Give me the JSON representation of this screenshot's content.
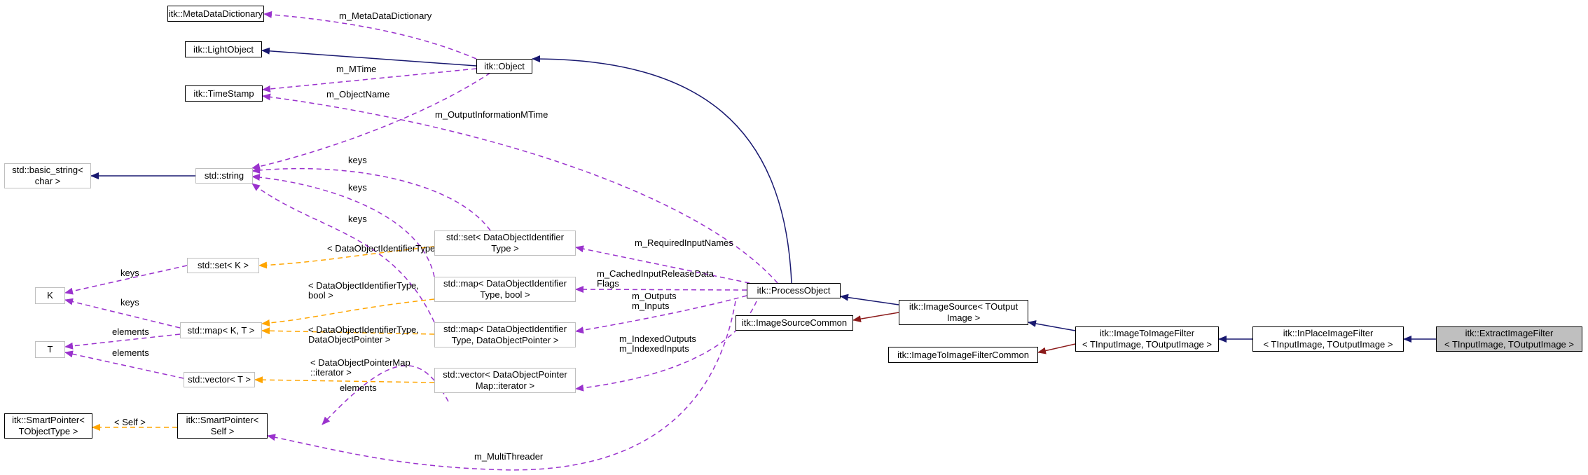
{
  "colors": {
    "inheritance": "#191970",
    "private_inheritance": "#8b1a1a",
    "usage": "#9a32cd",
    "template": "#ffa500",
    "current_fill": "#bfbfbf"
  },
  "nodes": {
    "metadatadictionary": "itk::MetaDataDictionary",
    "lightobject": "itk::LightObject",
    "timestamp": "itk::TimeStamp",
    "object": "itk::Object",
    "basic_string": "std::basic_string<\nchar >",
    "string": "std::string",
    "set_did": "std::set< DataObjectIdentifier\nType >",
    "set_k": "std::set< K >",
    "k": "K",
    "map_did_bool": "std::map< DataObjectIdentifier\nType, bool >",
    "map_kt": "std::map< K, T >",
    "map_did_dop": "std::map< DataObjectIdentifier\nType, DataObjectPointer >",
    "t": "T",
    "vector_t": "std::vector< T >",
    "vector_dopm": "std::vector< DataObjectPointer\nMap::iterator >",
    "smartpointer_tobj": "itk::SmartPointer<\nTObjectType >",
    "smartpointer_self": "itk::SmartPointer<\nSelf >",
    "processobject": "itk::ProcessObject",
    "imagesourcecommon": "itk::ImageSourceCommon",
    "imagesource": "itk::ImageSource< TOutput\nImage >",
    "imagetoimagefiltercommon": "itk::ImageToImageFilterCommon",
    "imagetoimagefilter": "itk::ImageToImageFilter\n< TInputImage, TOutputImage >",
    "inplaceimagefilter": "itk::InPlaceImageFilter\n< TInputImage, TOutputImage >",
    "extractimagefilter": "itk::ExtractImageFilter\n< TInputImage, TOutputImage >"
  },
  "edge_labels": {
    "m_metadatadictionary": "m_MetaDataDictionary",
    "m_mtime": "m_MTime",
    "m_objectname": "m_ObjectName",
    "m_outputinformationmtime": "m_OutputInformationMTime",
    "keys_set": "keys",
    "keys_map": "keys",
    "keys_map2": "keys",
    "did_type": "< DataObjectIdentifierType >",
    "keys_k_set": "keys",
    "keys_k_map": "keys",
    "did_type_bool": "< DataObjectIdentifierType,\nbool >",
    "did_type_dop": "< DataObjectIdentifierType,\nDataObjectPointer >",
    "elements_map": "elements",
    "elements_vector": "elements",
    "dopm_iterator": "< DataObjectPointerMap\n::iterator >",
    "elements_sp": "elements",
    "self": "< Self >",
    "m_requiredinputnames": "m_RequiredInputNames",
    "m_cachedinputreleasedataflags": "m_CachedInputReleaseData\nFlags",
    "m_outputs_inputs": "m_Outputs\nm_Inputs",
    "m_indexed": "m_IndexedOutputs\nm_IndexedInputs",
    "m_multithreader": "m_MultiThreader"
  }
}
